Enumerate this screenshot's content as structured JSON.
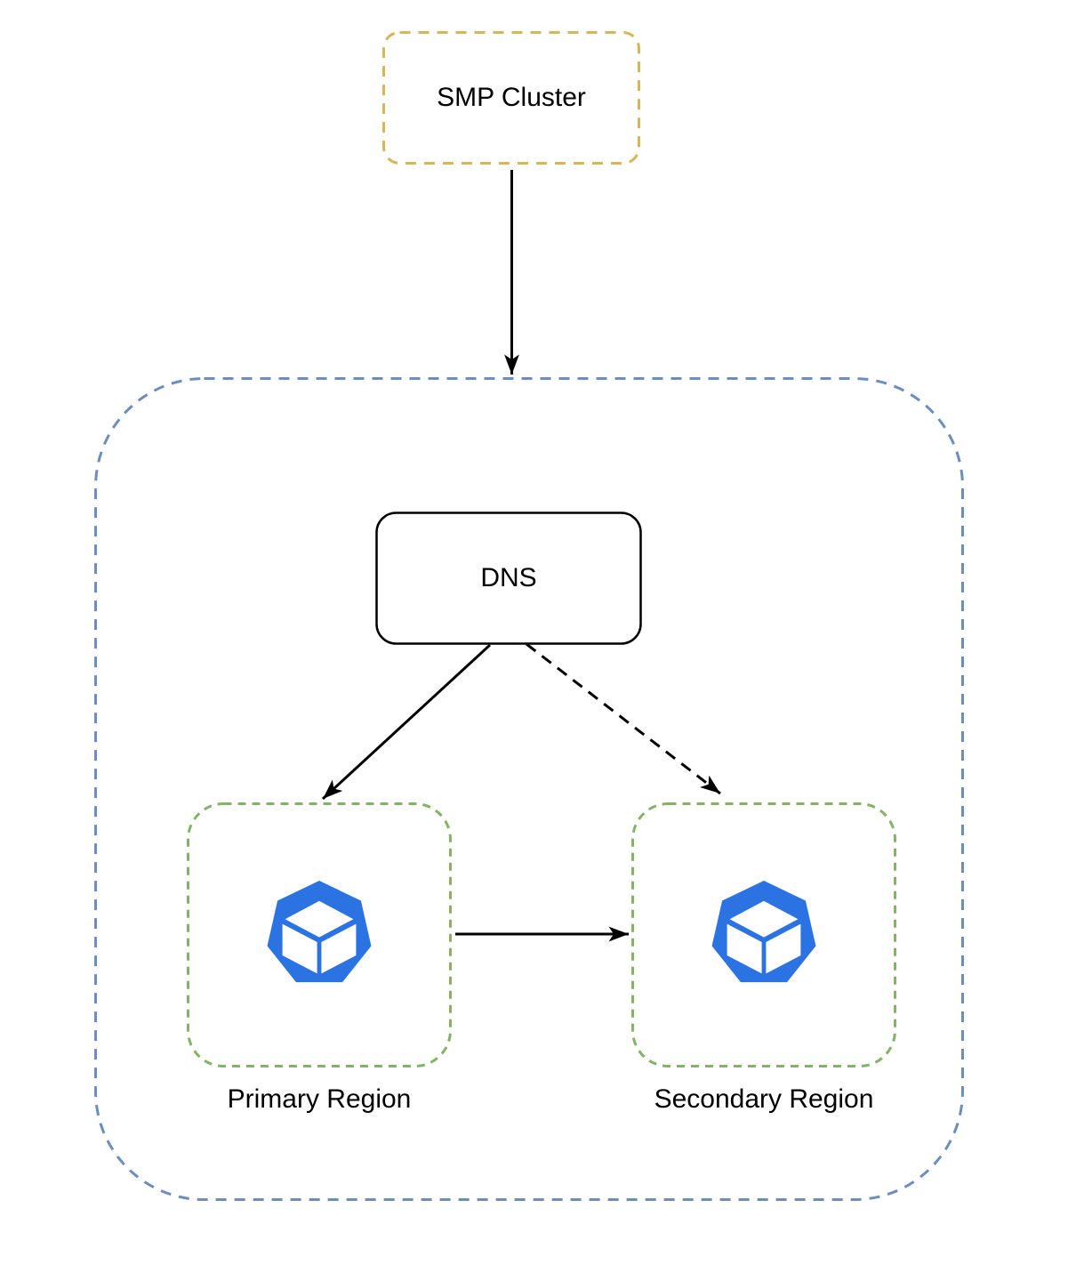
{
  "nodes": {
    "smp_cluster": {
      "label": "SMP Cluster"
    },
    "dns": {
      "label": "DNS"
    },
    "primary_region": {
      "label": "Primary Region"
    },
    "secondary_region": {
      "label": "Secondary Region"
    }
  },
  "edges": [
    {
      "from": "smp_cluster",
      "to": "dns_container",
      "style": "solid-arrow"
    },
    {
      "from": "dns",
      "to": "primary_region",
      "style": "solid-arrow"
    },
    {
      "from": "dns",
      "to": "secondary_region",
      "style": "dashed-arrow"
    },
    {
      "from": "primary_region",
      "to": "secondary_region",
      "style": "solid-arrow"
    }
  ],
  "icons": {
    "primary_region": "cube-heptagon-icon",
    "secondary_region": "cube-heptagon-icon"
  },
  "colors": {
    "smp_border": "#d6b656",
    "container_border": "#6c8ebf",
    "region_border": "#82b366",
    "dns_border": "#000000",
    "arrow": "#000000",
    "icon_fill": "#2b72e3",
    "icon_cube": "#ffffff",
    "background": "#ffffff",
    "text": "#000000"
  }
}
